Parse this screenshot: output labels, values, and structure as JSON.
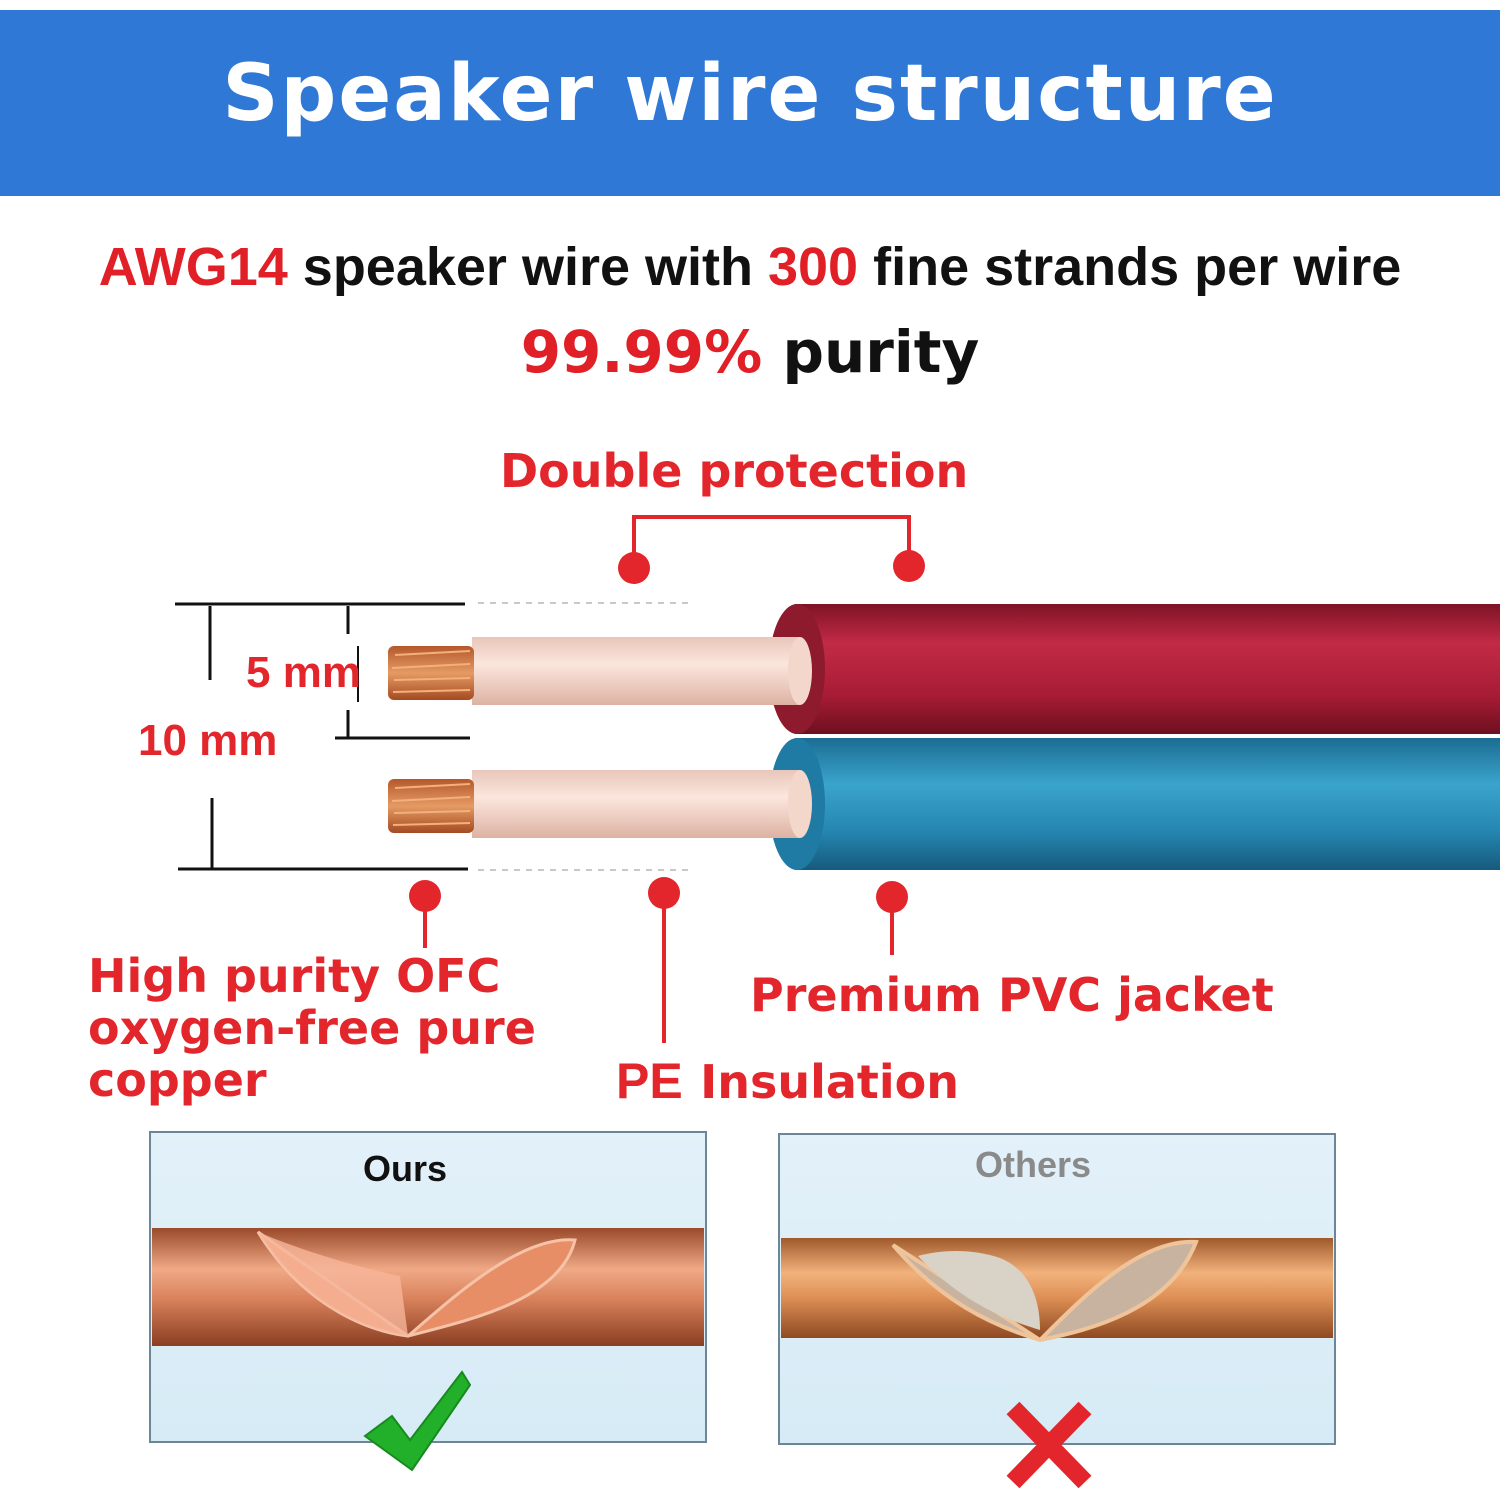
{
  "banner": {
    "title": "Speaker wire structure"
  },
  "headline": {
    "gauge": "AWG14",
    "text_a": " speaker wire with ",
    "strands": "300",
    "text_b": " fine strands per wire",
    "purity_value": "99.99%",
    "purity_word": " purity"
  },
  "dimensions": {
    "inner": "5 mm",
    "outer": "10 mm"
  },
  "callouts": {
    "double_protection": "Double protection",
    "ofc_line1": "High purity OFC",
    "ofc_line2": "oxygen-free pure",
    "ofc_line3": "copper",
    "pvc": "Premium PVC jacket",
    "pe_prefix": "PE",
    "pe_suffix": "Insulation"
  },
  "comparison": {
    "ours_label": "Ours",
    "others_label": "Others",
    "ours_mark": "checkmark-icon",
    "others_mark": "cross-icon"
  },
  "colors": {
    "banner": "#2f78d6",
    "accent_red": "#e3262c",
    "jacket_red": "#b01e35",
    "jacket_blue": "#2a8fb8",
    "copper": "#d97a4a"
  }
}
